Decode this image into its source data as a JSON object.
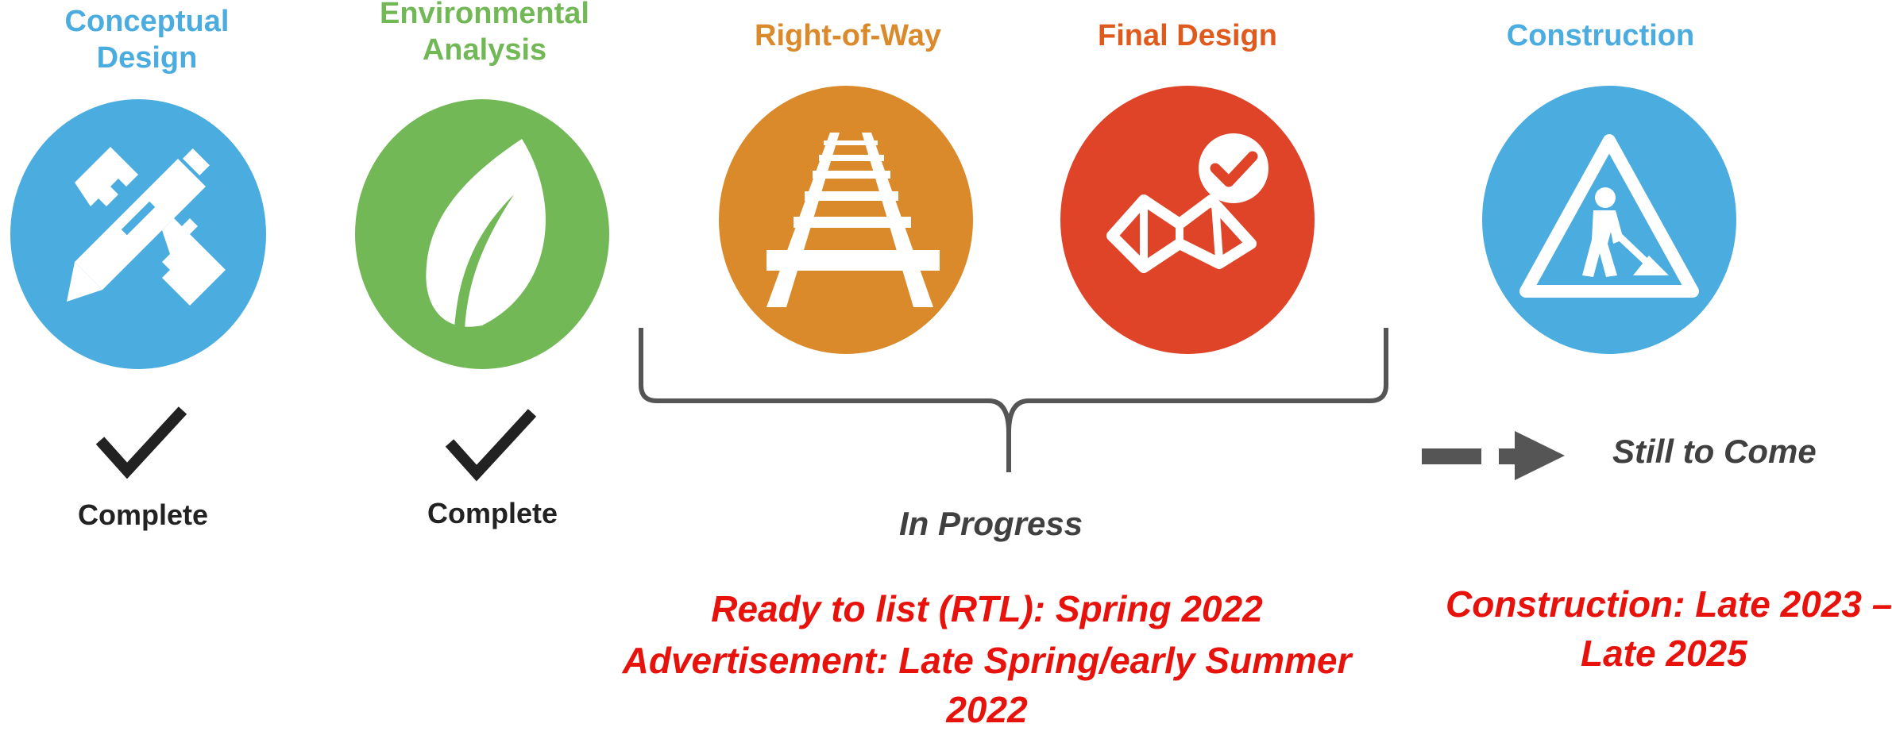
{
  "colors": {
    "blue": "#4BACE0",
    "green": "#72B856",
    "orange": "#DA8A2A",
    "red_orange": "#DF4429",
    "dark": "#404040",
    "note_red": "#E8120C"
  },
  "stages": [
    {
      "title": "Conceptual\nDesign",
      "icon": "pencil-ruler-icon",
      "color": "#4BACE0"
    },
    {
      "title": "Environmental\nAnalysis",
      "icon": "leaf-icon",
      "color": "#72B856"
    },
    {
      "title": "Right-of-Way",
      "icon": "railroad-track-icon",
      "color": "#DA8A2A"
    },
    {
      "title": "Final Design",
      "icon": "map-check-icon",
      "color": "#DF4429"
    },
    {
      "title": "Construction",
      "icon": "construction-sign-icon",
      "color": "#4BACE0"
    }
  ],
  "status": {
    "complete_1": "Complete",
    "complete_2": "Complete",
    "in_progress": "In Progress",
    "still_to_come": "Still to Come"
  },
  "notes": {
    "rtl_line1": "Ready to list (RTL): Spring 2022",
    "rtl_line2": "Advertisement: Late Spring/early Summer",
    "rtl_line3": "2022",
    "construction_line1": "Construction: Late 2023 –",
    "construction_line2": "Late 2025"
  }
}
